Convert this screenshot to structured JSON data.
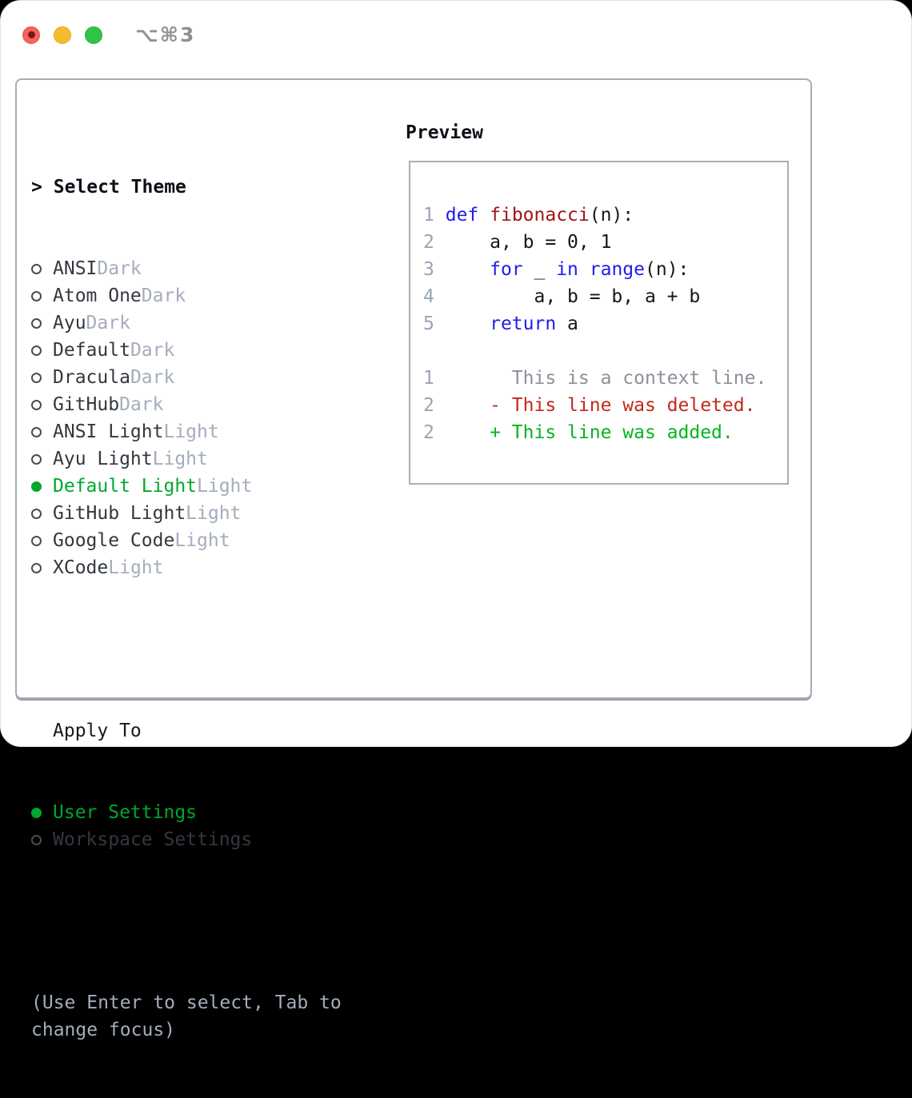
{
  "titlebar": {
    "shortcut": "⌥⌘3"
  },
  "colors": {
    "accent_green": "#00a82d",
    "added_green": "#00b520",
    "deleted_red": "#c2291b",
    "keyword_blue": "#1e1ee8",
    "function_red": "#a31515",
    "muted_gray": "#a4adbb",
    "context_gray": "#8b9199",
    "line_number_gray": "#9aa4b2",
    "item_text": "#33383f",
    "header_text": "#0d1117",
    "border_gray": "#a7adb7",
    "traffic_red": "#f4645c",
    "traffic_yellow": "#f6bc2f",
    "traffic_green": "#30c546"
  },
  "theme_panel": {
    "prompt": ">",
    "title": "Select Theme",
    "items": [
      {
        "label": "ANSI",
        "badge": "Dark",
        "selected": false
      },
      {
        "label": "Atom One",
        "badge": "Dark",
        "selected": false
      },
      {
        "label": "Ayu",
        "badge": "Dark",
        "selected": false
      },
      {
        "label": "Default",
        "badge": "Dark",
        "selected": false
      },
      {
        "label": "Dracula",
        "badge": "Dark",
        "selected": false
      },
      {
        "label": "GitHub",
        "badge": "Dark",
        "selected": false
      },
      {
        "label": "ANSI Light",
        "badge": "Light",
        "selected": false
      },
      {
        "label": "Ayu Light",
        "badge": "Light",
        "selected": false
      },
      {
        "label": "Default Light",
        "badge": "Light",
        "selected": true
      },
      {
        "label": "GitHub Light",
        "badge": "Light",
        "selected": false
      },
      {
        "label": "Google Code",
        "badge": "Light",
        "selected": false
      },
      {
        "label": "XCode",
        "badge": "Light",
        "selected": false
      }
    ]
  },
  "apply_panel": {
    "title": "Apply To",
    "options": [
      {
        "label": "User Settings",
        "selected": true
      },
      {
        "label": "Workspace Settings",
        "selected": false
      }
    ]
  },
  "hint": "(Use Enter to select, Tab to change focus)",
  "preview": {
    "title": "Preview",
    "lines": [
      {
        "num": "1",
        "tokens": [
          {
            "t": "def",
            "c": "kw"
          },
          {
            "t": " ",
            "c": "pl"
          },
          {
            "t": "fibonacci",
            "c": "fn"
          },
          {
            "t": "(n):",
            "c": "pl"
          }
        ]
      },
      {
        "num": "2",
        "tokens": [
          {
            "t": "    a, b = 0, 1",
            "c": "pl"
          }
        ]
      },
      {
        "num": "3",
        "tokens": [
          {
            "t": "    ",
            "c": "pl"
          },
          {
            "t": "for",
            "c": "kw"
          },
          {
            "t": " _ ",
            "c": "pl"
          },
          {
            "t": "in",
            "c": "kw"
          },
          {
            "t": " ",
            "c": "pl"
          },
          {
            "t": "range",
            "c": "kw"
          },
          {
            "t": "(n):",
            "c": "pl"
          }
        ]
      },
      {
        "num": "4",
        "tokens": [
          {
            "t": "        a, b = b, a + b",
            "c": "pl"
          }
        ]
      },
      {
        "num": "5",
        "tokens": [
          {
            "t": "    ",
            "c": "pl"
          },
          {
            "t": "return",
            "c": "kw"
          },
          {
            "t": " a",
            "c": "pl"
          }
        ]
      },
      {
        "num": "",
        "tokens": []
      },
      {
        "num": "1",
        "tokens": [
          {
            "t": "      This is a context line.",
            "c": "ctx"
          }
        ]
      },
      {
        "num": "2",
        "tokens": [
          {
            "t": "    - This line was deleted.",
            "c": "del"
          }
        ]
      },
      {
        "num": "2",
        "tokens": [
          {
            "t": "    + This line was added.",
            "c": "add"
          }
        ]
      }
    ]
  }
}
